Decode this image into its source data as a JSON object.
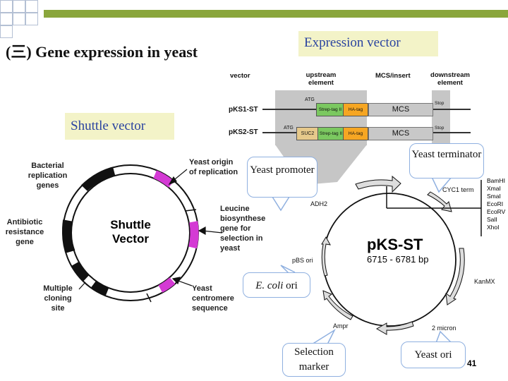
{
  "slide": {
    "title": "(三) Gene expression in yeast",
    "expression_vector_label": "Expression vector",
    "shuttle_vector_label": "Shuttle vector",
    "page_number": "41"
  },
  "shuttle_map": {
    "center_title_1": "Shuttle",
    "center_title_2": "Vector",
    "labels": {
      "bacterial_replication": "Bacterial replication genes",
      "antibiotic_resistance": "Antibiotic resistance gene",
      "multiple_cloning": "Multiple cloning site",
      "yeast_origin": "Yeast origin of replication",
      "leucine": "Leucine biosynthese gene for selection in yeast",
      "centromere": "Yeast centromere sequence"
    }
  },
  "constructs": {
    "headers": {
      "vector": "vector",
      "upstream": "upstream element",
      "mcs_insert": "MCS/insert",
      "downstream": "downstream element"
    },
    "rows": [
      {
        "name": "pKS1-ST",
        "atg": "ATG",
        "strep": "Strep-tag II",
        "ha": "HA-tag",
        "mcs": "MCS",
        "stop": "Stop"
      },
      {
        "name": "pKS2-ST",
        "atg": "ATG",
        "suc2": "SUC2",
        "strep": "Strep-tag II",
        "ha": "HA-tag",
        "mcs": "MCS",
        "stop": "Stop"
      }
    ]
  },
  "pks_map": {
    "name": "pKS-ST",
    "size": "6715 - 6781 bp",
    "features": {
      "adh2": "ADH2",
      "cyc1": "CYC1 term",
      "pbs_ori": "pBS ori",
      "kanmx": "KanMX",
      "ampr": "Ampr",
      "two_micron": "2 micron"
    },
    "sites": [
      "BamHI",
      "XmaI",
      "SmaI",
      "EcoRI",
      "EcoRV",
      "SalI",
      "XhoI"
    ]
  },
  "callouts": {
    "yeast_promoter": "Yeast promoter",
    "yeast_terminator": "Yeast terminator",
    "ecoli_ori_italic": "E. coli",
    "ecoli_ori_rest": " ori",
    "selection_marker": "Selection marker",
    "yeast_ori": "Yeast ori"
  },
  "colors": {
    "decor_green": "#8aa63c",
    "highlight_box": "#f3f3c8",
    "highlight_text": "#2a43a0",
    "magenta": "#d43ad4",
    "tag_green": "#7bc860",
    "tag_orange": "#f6a623",
    "mcs_gray": "#c8c8c8"
  }
}
